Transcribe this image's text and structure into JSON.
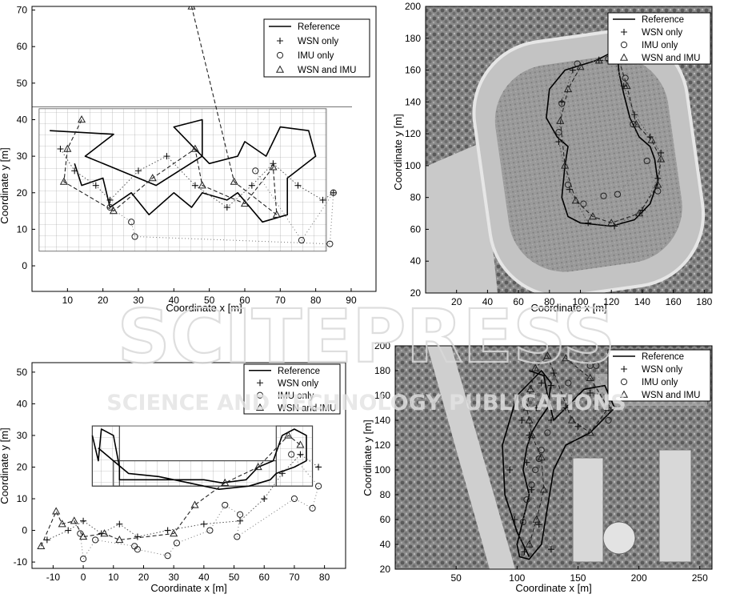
{
  "watermark": {
    "main": "SCITEPRESS",
    "sub": "SCIENCE AND TECHNOLOGY PUBLICATIONS"
  },
  "legend_common": {
    "reference": "Reference",
    "wsn": "WSN only",
    "imu": "IMU only",
    "both": "WSN and IMU"
  },
  "chart_data": [
    {
      "type": "line",
      "panel": "top-left",
      "background": "building floor plan",
      "xlabel": "Coordinate x [m]",
      "ylabel": "Coordinate y [m]",
      "xlim": [
        0,
        97
      ],
      "ylim": [
        -7,
        71
      ],
      "xticks": [
        10,
        20,
        30,
        40,
        50,
        60,
        70,
        80,
        90
      ],
      "yticks": [
        0,
        10,
        20,
        30,
        40,
        50,
        60,
        70
      ],
      "legend_position": "top-right",
      "series": [
        {
          "name": "Reference",
          "marker": "none",
          "style": "solid",
          "x": [
            5,
            23,
            15,
            35,
            48,
            48,
            40,
            50,
            58,
            60,
            66,
            70,
            78,
            80,
            72,
            72,
            65,
            58,
            55,
            48,
            45,
            40,
            33,
            28,
            22,
            20,
            14,
            12
          ],
          "y": [
            37,
            36,
            30,
            22,
            30,
            40,
            38,
            28,
            30,
            34,
            30,
            38,
            37,
            30,
            24,
            14,
            12,
            20,
            18,
            20,
            16,
            20,
            14,
            20,
            16,
            24,
            22,
            28
          ]
        },
        {
          "name": "WSN only",
          "marker": "+",
          "style": "dotted",
          "x": [
            8,
            12,
            18,
            22,
            30,
            38,
            46,
            55,
            62,
            68,
            75,
            82,
            85
          ],
          "y": [
            32,
            26,
            22,
            18,
            26,
            30,
            22,
            16,
            22,
            28,
            22,
            18,
            20
          ]
        },
        {
          "name": "IMU only",
          "marker": "o",
          "style": "dotted",
          "x": [
            63,
            76,
            85,
            84,
            29,
            28,
            22
          ],
          "y": [
            26,
            7,
            20,
            6,
            8,
            12,
            16
          ]
        },
        {
          "name": "WSN and IMU",
          "marker": "triangle",
          "style": "dashed",
          "x": [
            14,
            10,
            9,
            23,
            34,
            46,
            48,
            60,
            68,
            69,
            57,
            45
          ],
          "y": [
            40,
            32,
            23,
            15,
            24,
            32,
            22,
            17,
            27,
            14,
            23,
            71
          ]
        }
      ]
    },
    {
      "type": "line",
      "panel": "top-right",
      "background": "aerial image of stadium running track",
      "xlabel": "Coordinate x [m]",
      "ylabel": "Coordinate y [m]",
      "xlim": [
        0,
        185
      ],
      "ylim": [
        20,
        200
      ],
      "xticks": [
        20,
        40,
        60,
        80,
        100,
        120,
        140,
        160,
        180
      ],
      "yticks": [
        20,
        40,
        60,
        80,
        100,
        120,
        140,
        160,
        180,
        200
      ],
      "legend_position": "top-right",
      "series": [
        {
          "name": "Reference",
          "marker": "none",
          "style": "solid",
          "x": [
            100,
            90,
            80,
            78,
            85,
            92,
            90,
            88,
            92,
            100,
            120,
            135,
            145,
            150,
            148,
            145,
            138,
            132,
            128,
            125,
            124,
            122,
            118,
            110,
            100
          ],
          "y": [
            163,
            160,
            148,
            130,
            118,
            112,
            100,
            80,
            68,
            64,
            62,
            66,
            76,
            90,
            104,
            112,
            118,
            130,
            145,
            158,
            168,
            172,
            170,
            166,
            163
          ]
        },
        {
          "name": "WSN only",
          "marker": "+",
          "style": "dotted",
          "x": [
            95,
            88,
            86,
            93,
            105,
            122,
            140,
            150,
            152,
            145,
            135,
            128,
            122,
            112
          ],
          "y": [
            160,
            140,
            115,
            85,
            64,
            62,
            72,
            92,
            108,
            118,
            132,
            150,
            166,
            166
          ]
        },
        {
          "name": "IMU only",
          "marker": "o",
          "style": "dotted",
          "x": [
            88,
            86,
            92,
            102,
            115,
            124,
            143,
            150,
            134,
            129,
            118,
            98
          ],
          "y": [
            139,
            121,
            88,
            76,
            81,
            82,
            103,
            84,
            126,
            155,
            167,
            164
          ]
        },
        {
          "name": "WSN and IMU",
          "marker": "triangle",
          "style": "dashed",
          "x": [
            100,
            92,
            87,
            90,
            97,
            108,
            120,
            138,
            150,
            152,
            146,
            136,
            130,
            125,
            112
          ],
          "y": [
            162,
            148,
            128,
            100,
            78,
            68,
            64,
            70,
            88,
            104,
            116,
            126,
            150,
            166,
            166
          ]
        }
      ]
    },
    {
      "type": "line",
      "panel": "bottom-left",
      "background": "building floor plan",
      "xlabel": "Coordinate x [m]",
      "ylabel": "Coordinate y [m]",
      "xlim": [
        -17,
        87
      ],
      "ylim": [
        -12,
        53
      ],
      "xticks": [
        -10,
        0,
        10,
        20,
        30,
        40,
        50,
        60,
        70,
        80
      ],
      "yticks": [
        -10,
        0,
        10,
        20,
        30,
        40,
        50
      ],
      "legend_position": "top-right",
      "series": [
        {
          "name": "Reference",
          "marker": "none",
          "style": "solid",
          "x": [
            3,
            5,
            6,
            10,
            12,
            12,
            20,
            30,
            40,
            46,
            54,
            58,
            63,
            66,
            70,
            74,
            74,
            70,
            64,
            62,
            55,
            45,
            35,
            25,
            15,
            10,
            5
          ],
          "y": [
            30,
            22,
            32,
            30,
            20,
            16,
            16,
            16,
            16,
            15,
            16,
            20,
            22,
            30,
            32,
            30,
            22,
            20,
            18,
            16,
            14,
            13,
            15,
            17,
            18,
            22,
            26
          ]
        },
        {
          "name": "WSN only",
          "marker": "+",
          "style": "dotted",
          "x": [
            -12,
            -5,
            0,
            6,
            12,
            18,
            28,
            40,
            52,
            60,
            66,
            72,
            78
          ],
          "y": [
            -3,
            0,
            3,
            -1,
            2,
            -2,
            0,
            2,
            3,
            10,
            18,
            24,
            20
          ]
        },
        {
          "name": "IMU only",
          "marker": "o",
          "style": "dotted",
          "x": [
            -1,
            0,
            4,
            17,
            18,
            28,
            31,
            42,
            47,
            52,
            51,
            70,
            76,
            78,
            69
          ],
          "y": [
            -1,
            -9,
            -3,
            -5,
            -6,
            -8,
            -4,
            0,
            8,
            5,
            -2,
            10,
            7,
            14,
            24
          ]
        },
        {
          "name": "WSN and IMU",
          "marker": "triangle",
          "style": "dashed",
          "x": [
            -14,
            -9,
            -7,
            -3,
            0,
            7,
            12,
            30,
            37,
            47,
            58,
            68,
            72
          ],
          "y": [
            -5,
            6,
            2,
            3,
            -2,
            -1,
            -3,
            -1,
            8,
            15,
            20,
            30,
            27
          ]
        }
      ]
    },
    {
      "type": "line",
      "panel": "bottom-right",
      "background": "aerial image of campus with road and buildings",
      "xlabel": "Coordinate x [m]",
      "ylabel": "Coordinate y [m]",
      "xlim": [
        0,
        260
      ],
      "ylim": [
        20,
        200
      ],
      "xticks": [
        50,
        100,
        150,
        200,
        250
      ],
      "yticks": [
        20,
        40,
        60,
        80,
        100,
        120,
        140,
        160,
        180,
        200
      ],
      "legend_position": "top-right",
      "series": [
        {
          "name": "Reference",
          "marker": "none",
          "style": "solid",
          "x": [
            110,
            100,
            90,
            88,
            100,
            120,
            128,
            125,
            118,
            112,
            108,
            105,
            110,
            105,
            100,
            102,
            110,
            120,
            125,
            130,
            140,
            160,
            180,
            172,
            155,
            140,
            130,
            125,
            122,
            110
          ],
          "y": [
            30,
            50,
            80,
            120,
            160,
            180,
            170,
            150,
            140,
            130,
            118,
            100,
            80,
            60,
            40,
            30,
            28,
            40,
            70,
            100,
            120,
            130,
            150,
            168,
            165,
            150,
            140,
            160,
            176,
            180
          ]
        },
        {
          "name": "WSN only",
          "marker": "+",
          "style": "dotted",
          "x": [
            106,
            98,
            94,
            104,
            120,
            130,
            128,
            116,
            110,
            108,
            112,
            118,
            128,
            150,
            175,
            178,
            160,
            140,
            128
          ],
          "y": [
            34,
            60,
            100,
            140,
            170,
            178,
            168,
            150,
            128,
            106,
            84,
            56,
            36,
            135,
            150,
            160,
            162,
            150,
            140
          ]
        },
        {
          "name": "IMU only",
          "marker": "o",
          "style": "dotted",
          "x": [
            105,
            108,
            112,
            115,
            118,
            120,
            125,
            142,
            160,
            165,
            175
          ],
          "y": [
            58,
            76,
            88,
            100,
            109,
            116,
            130,
            170,
            184,
            184,
            140
          ]
        },
        {
          "name": "WSN and IMU",
          "marker": "triangle",
          "style": "dashed",
          "x": [
            110,
            116,
            122,
            120,
            112,
            110,
            108,
            111,
            115,
            125,
            145,
            160,
            175,
            160,
            140
          ],
          "y": [
            40,
            60,
            84,
            110,
            128,
            140,
            150,
            165,
            182,
            192,
            140,
            130,
            150,
            174,
            190
          ]
        }
      ]
    }
  ]
}
